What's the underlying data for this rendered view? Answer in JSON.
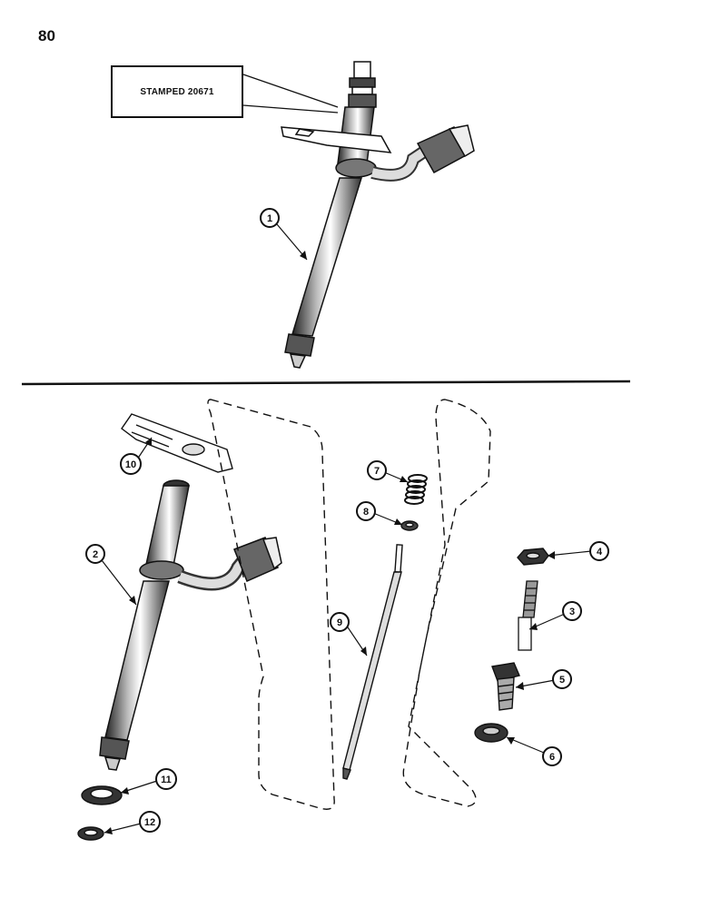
{
  "page": {
    "number": "80"
  },
  "stamp_note": {
    "text": "STAMPED 20671"
  },
  "callouts": [
    {
      "id": "1",
      "label": "1"
    },
    {
      "id": "2",
      "label": "2"
    },
    {
      "id": "3",
      "label": "3"
    },
    {
      "id": "4",
      "label": "4"
    },
    {
      "id": "5",
      "label": "5"
    },
    {
      "id": "6",
      "label": "6"
    },
    {
      "id": "7",
      "label": "7"
    },
    {
      "id": "8",
      "label": "8"
    },
    {
      "id": "9",
      "label": "9"
    },
    {
      "id": "10",
      "label": "10"
    },
    {
      "id": "11",
      "label": "11"
    },
    {
      "id": "12",
      "label": "12"
    }
  ],
  "colors": {
    "ink": "#111111",
    "paper": "#ffffff"
  }
}
